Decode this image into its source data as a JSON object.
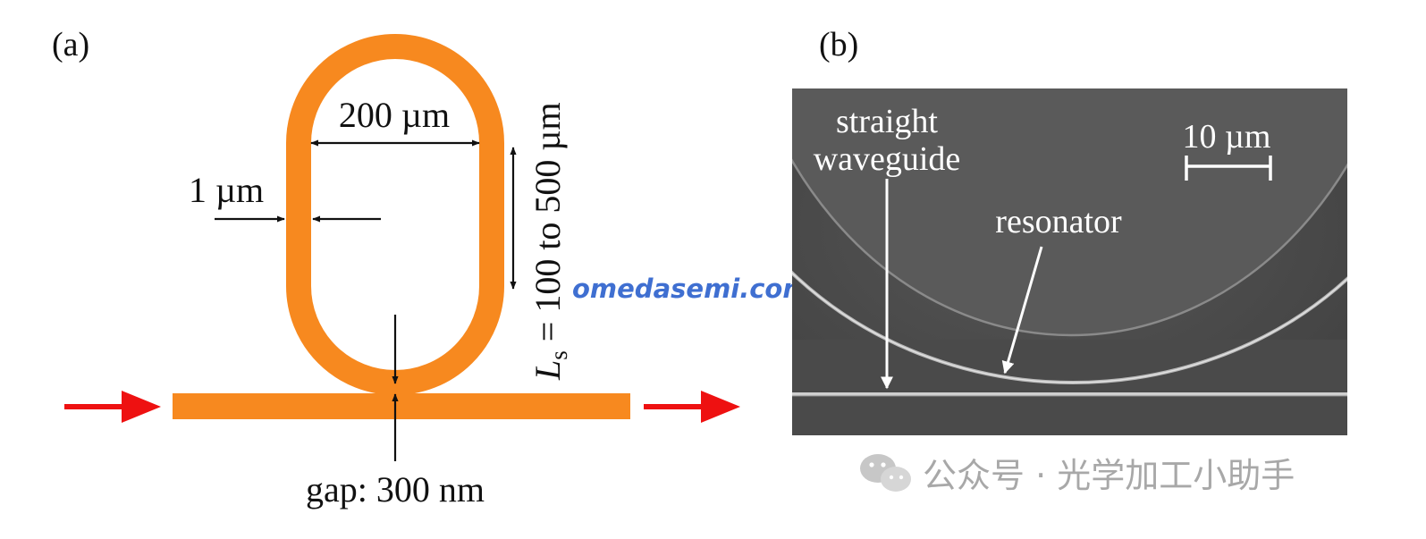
{
  "panel_a": {
    "label": "(a)",
    "width_label": "200 µm",
    "wg_width_label": "1 µm",
    "length_label_symbol": "L",
    "length_label_sub": "s",
    "length_label_rest": " = 100 to 500 µm",
    "gap_label": "gap: 300 nm"
  },
  "panel_b": {
    "label": "(b)",
    "straight_label_line1": "straight",
    "straight_label_line2": "waveguide",
    "resonator_label": "resonator",
    "scale_label": "10 µm"
  },
  "watermarks": {
    "site": "omedasemi.com",
    "account": "公众号 · 光学加工小助手"
  },
  "colors": {
    "waveguide": "#f7891f",
    "arrow_red": "#ee1111",
    "site_watermark": "#3f6fd1",
    "sem_background": "#4d4d4d"
  }
}
